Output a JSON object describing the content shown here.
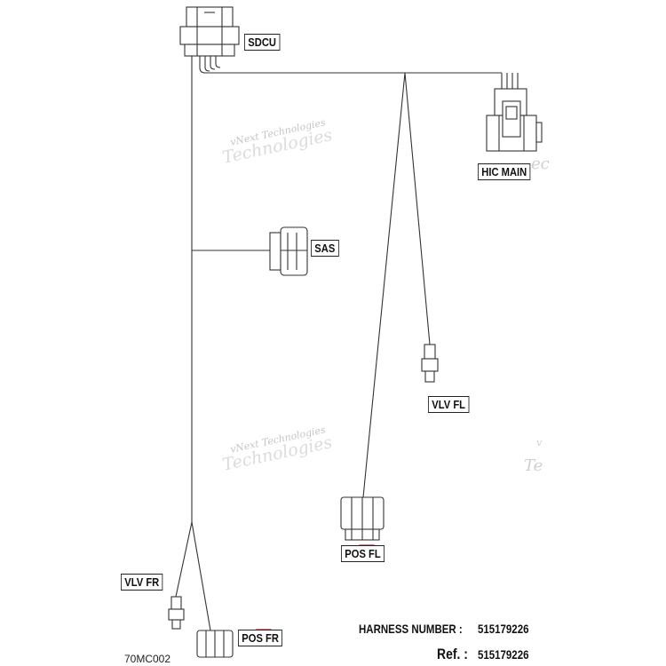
{
  "connectors": {
    "sdcu": "SDCU",
    "hic_main": "HIC  MAIN",
    "sas": "SAS",
    "vlv_fl": "VLV  FL",
    "pos_fl": "POS  FL",
    "vlv_fr": "VLV  FR",
    "pos_fr": "POS  FR"
  },
  "watermark": {
    "line1": "vNext Technologies",
    "line2": "Technologies",
    "partial1": "ec",
    "partial2": "v",
    "partial3": "Te"
  },
  "harness": {
    "number_label": "HARNESS NUMBER :",
    "number_value": "515179226",
    "ref_label": "Ref. :",
    "ref_value": "515179226"
  },
  "drawing_code": "70MC002",
  "colors": {
    "line": "#333333",
    "highlight": "#e02020"
  }
}
